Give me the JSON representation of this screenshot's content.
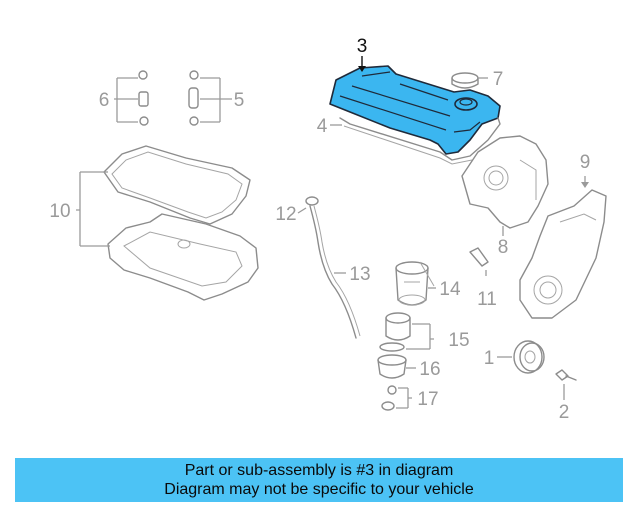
{
  "highlighted_part": "3",
  "colors": {
    "highlight_fill": "#3bb6f0",
    "banner_background": "#4cc3f5",
    "callout_gray": "#9a9a9a"
  },
  "callouts": {
    "c1": "1",
    "c2": "2",
    "c3": "3",
    "c4": "4",
    "c5": "5",
    "c6": "6",
    "c7": "7",
    "c8": "8",
    "c9": "9",
    "c10": "10",
    "c11": "11",
    "c12": "12",
    "c13": "13",
    "c14": "14",
    "c15": "15",
    "c16": "16",
    "c17": "17"
  },
  "banner": {
    "line1": "Part or sub-assembly is #3 in diagram",
    "line2": "Diagram may not be specific to your vehicle"
  }
}
